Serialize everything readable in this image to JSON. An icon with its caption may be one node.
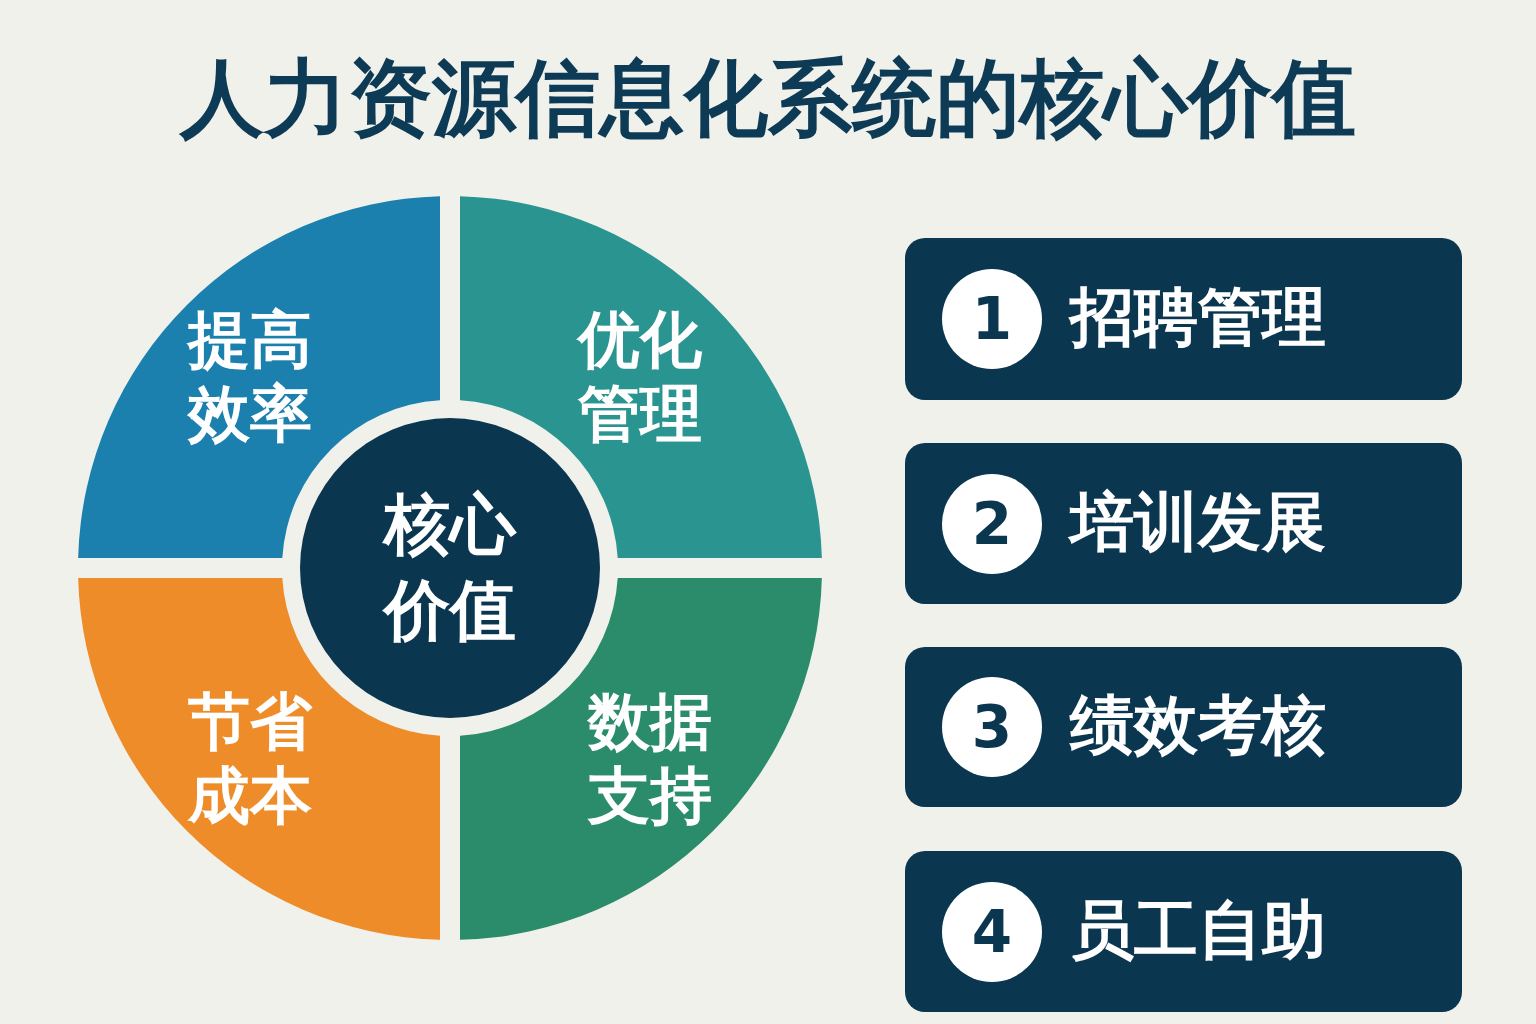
{
  "diagram": {
    "title": "人力资源信息化系统的核心价值",
    "nodes": [
      {
        "text": [
          "提高效率"
        ]
      },
      {
        "text": [
          "优化管理"
        ]
      },
      {
        "text": [
          "节省成本"
        ]
      },
      {
        "text": [
          "数据支持"
        ]
      },
      {
        "text": [
          "核心价值"
        ]
      },
      {
        "text": [
          "1",
          "招聘管理"
        ]
      },
      {
        "text": [
          "2",
          "培训发展"
        ]
      },
      {
        "text": [
          "3",
          "绩效考核"
        ]
      },
      {
        "text": [
          "4",
          "员工自助"
        ]
      }
    ],
    "edges": []
  }
}
